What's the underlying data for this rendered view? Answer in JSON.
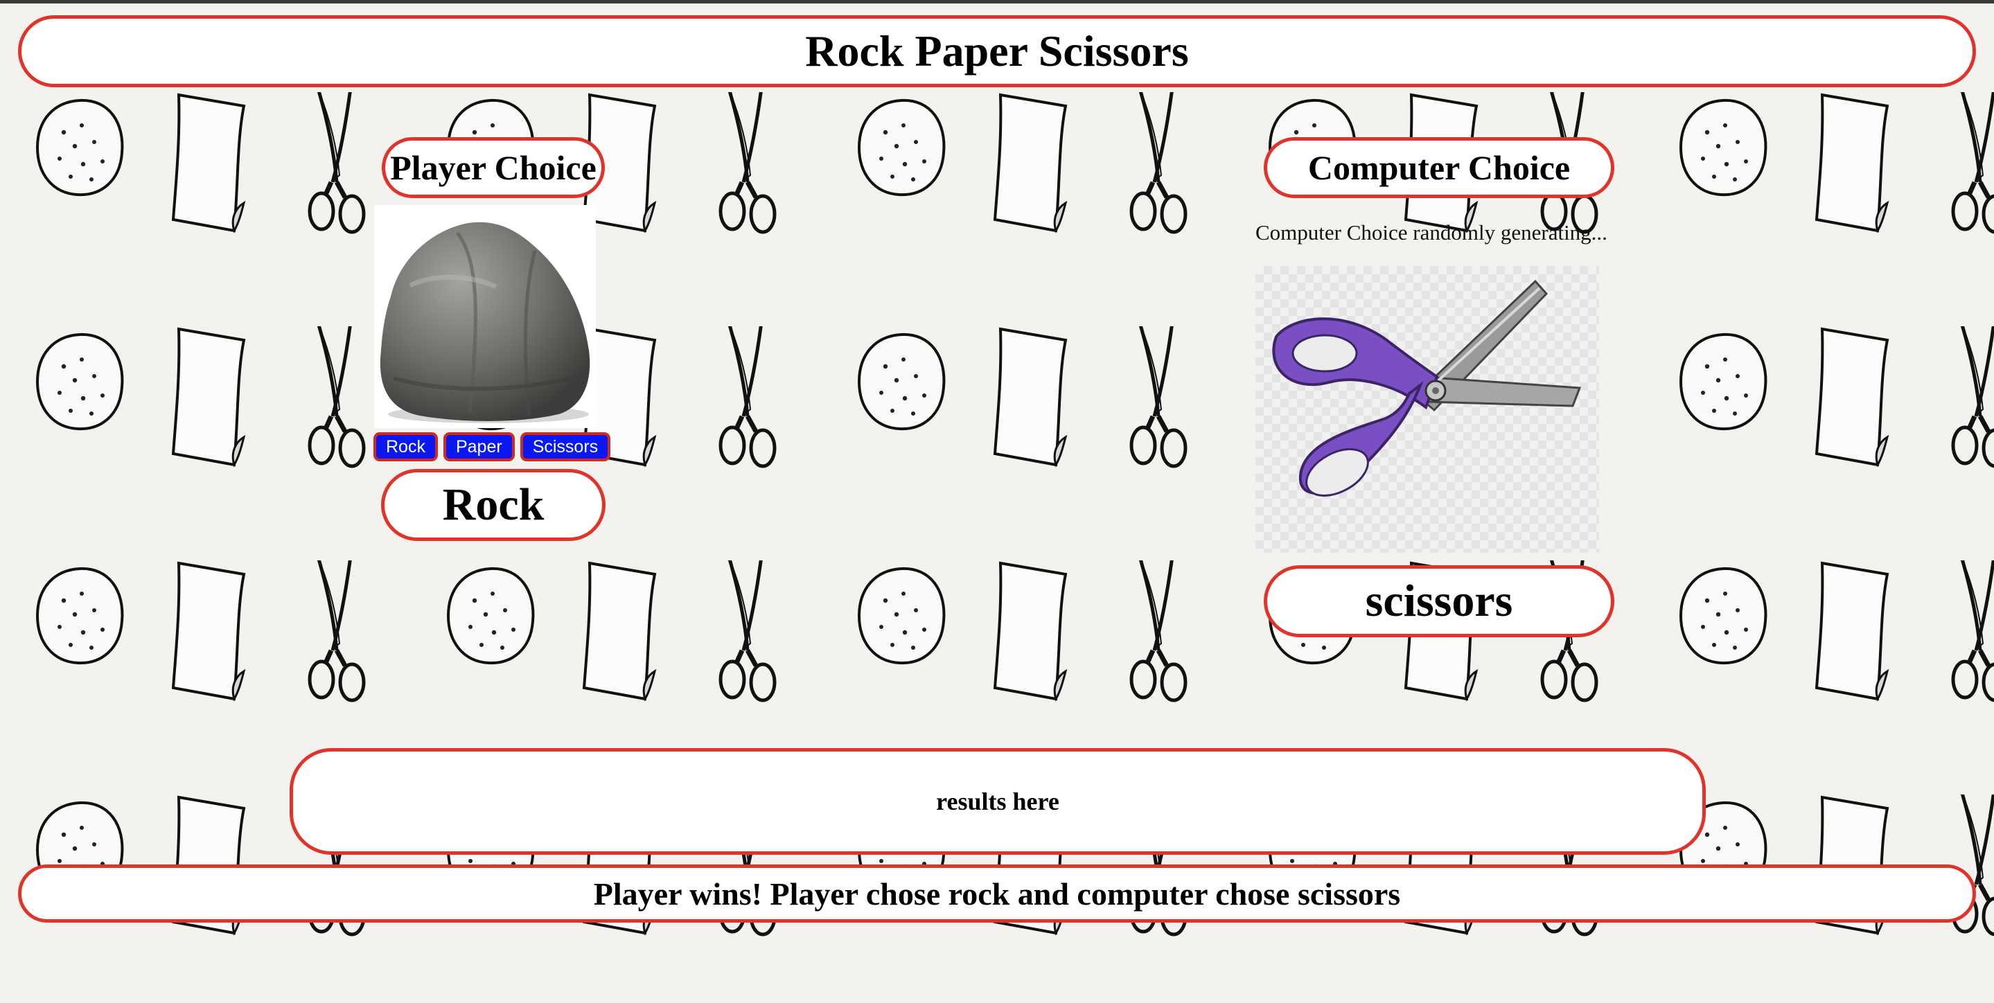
{
  "app": {
    "title": "Rock Paper Scissors"
  },
  "player": {
    "heading": "Player Choice",
    "buttons": [
      "Rock",
      "Paper",
      "Scissors"
    ],
    "selection": "Rock",
    "image_icon": "rock-icon"
  },
  "computer": {
    "heading": "Computer Choice",
    "status": "Computer Choice randomly generating...",
    "selection": "scissors",
    "image_icon": "scissors-icon"
  },
  "results": {
    "placeholder": "results here",
    "outcome": "Player wins! Player chose rock and computer chose scissors"
  },
  "colors": {
    "accent_border": "#e0342a",
    "button_fill": "#0a18f2",
    "background": "#f3f2ef",
    "scissors_handle": "#7a4fc4"
  }
}
